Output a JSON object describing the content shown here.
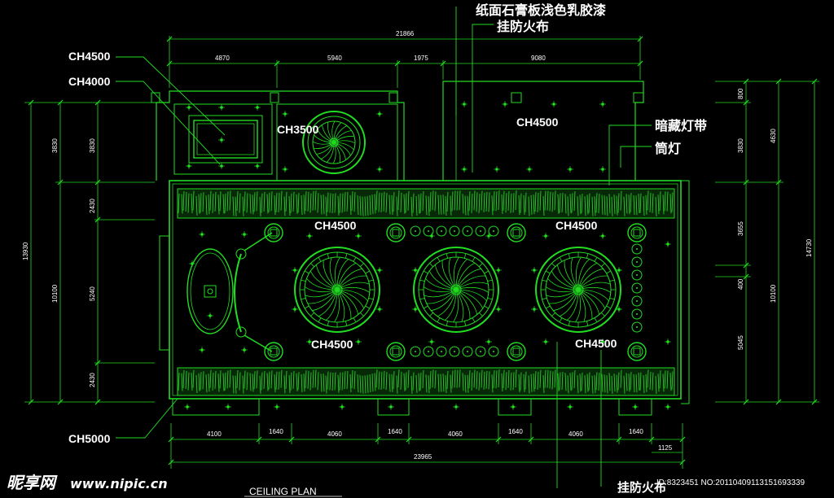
{
  "notes": {
    "gypsum": "纸面石膏板浅色乳胶漆",
    "fireproof_top": "挂防火布",
    "hidden_light": "暗藏灯带",
    "downlight": "筒灯",
    "fireproof_bottom": "挂防火布"
  },
  "ceiling_heights": {
    "ch4500_left": "CH4500",
    "ch4000": "CH4000",
    "ch3500": "CH3500",
    "ch4500_right_room": "CH4500",
    "ch4500_mid_top_left": "CH4500",
    "ch4500_mid_top_right": "CH4500",
    "ch4500_mid_bot_left": "CH4500",
    "ch4500_mid_bot_right": "CH4500",
    "ch5000": "CH5000"
  },
  "dims_top": {
    "total": "21866",
    "d1": "4870",
    "d2": "5940",
    "d3": "1975",
    "d4": "9080"
  },
  "dims_bottom": {
    "d1": "4100",
    "d2": "1640",
    "d3": "4060",
    "d4": "1640",
    "d5": "4060",
    "d6": "1640",
    "d7": "4060",
    "d8": "1640",
    "d9": "1125",
    "total": "23965"
  },
  "dims_left": {
    "total": "13930",
    "a": "3830",
    "b": "10100",
    "c1": "3830",
    "c2": "2430",
    "c3": "5240",
    "c4": "2430"
  },
  "dims_right": {
    "total": "14730",
    "a": "4630",
    "b": "10100",
    "c1": "800",
    "c2": "3830",
    "c3": "3655",
    "c4": "400",
    "c5": "5045"
  },
  "plan_title": "CEILING PLAN",
  "watermark": {
    "logo": "昵享网",
    "url": "www.nipic.cn",
    "id": "ID:8323451 NO:20110409113151693339"
  },
  "colors": {
    "line": "#22dd22",
    "text": "#ffffff",
    "background": "#000000"
  }
}
